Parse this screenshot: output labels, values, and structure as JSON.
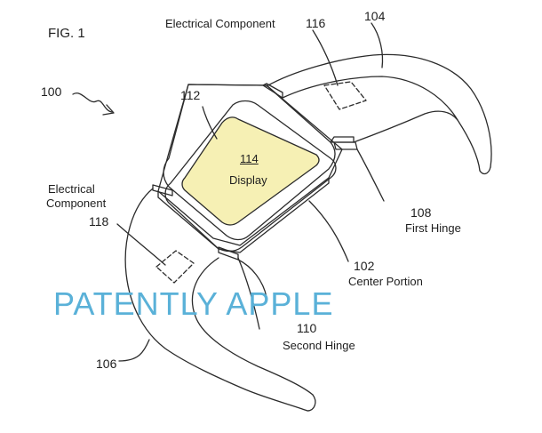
{
  "figure": {
    "label": "FIG. 1"
  },
  "labels": {
    "electrical_116": "Electrical Component",
    "ref_116": "116",
    "ref_104": "104",
    "ref_100": "100",
    "ref_112": "112",
    "ref_114": "114",
    "display": "Display",
    "ref_108": "108",
    "first_hinge": "First Hinge",
    "electrical_118_line1": "Electrical",
    "electrical_118_line2": "Component",
    "ref_118": "118",
    "ref_102": "102",
    "center_portion": "Center Portion",
    "ref_110": "110",
    "second_hinge": "Second Hinge",
    "ref_106": "106"
  },
  "watermark": "PATENTLY APPLE",
  "colors": {
    "line": "#2b2b2b",
    "display_fill": "#f6f0b4",
    "watermark": "#5ab1d8",
    "background": "#ffffff"
  }
}
